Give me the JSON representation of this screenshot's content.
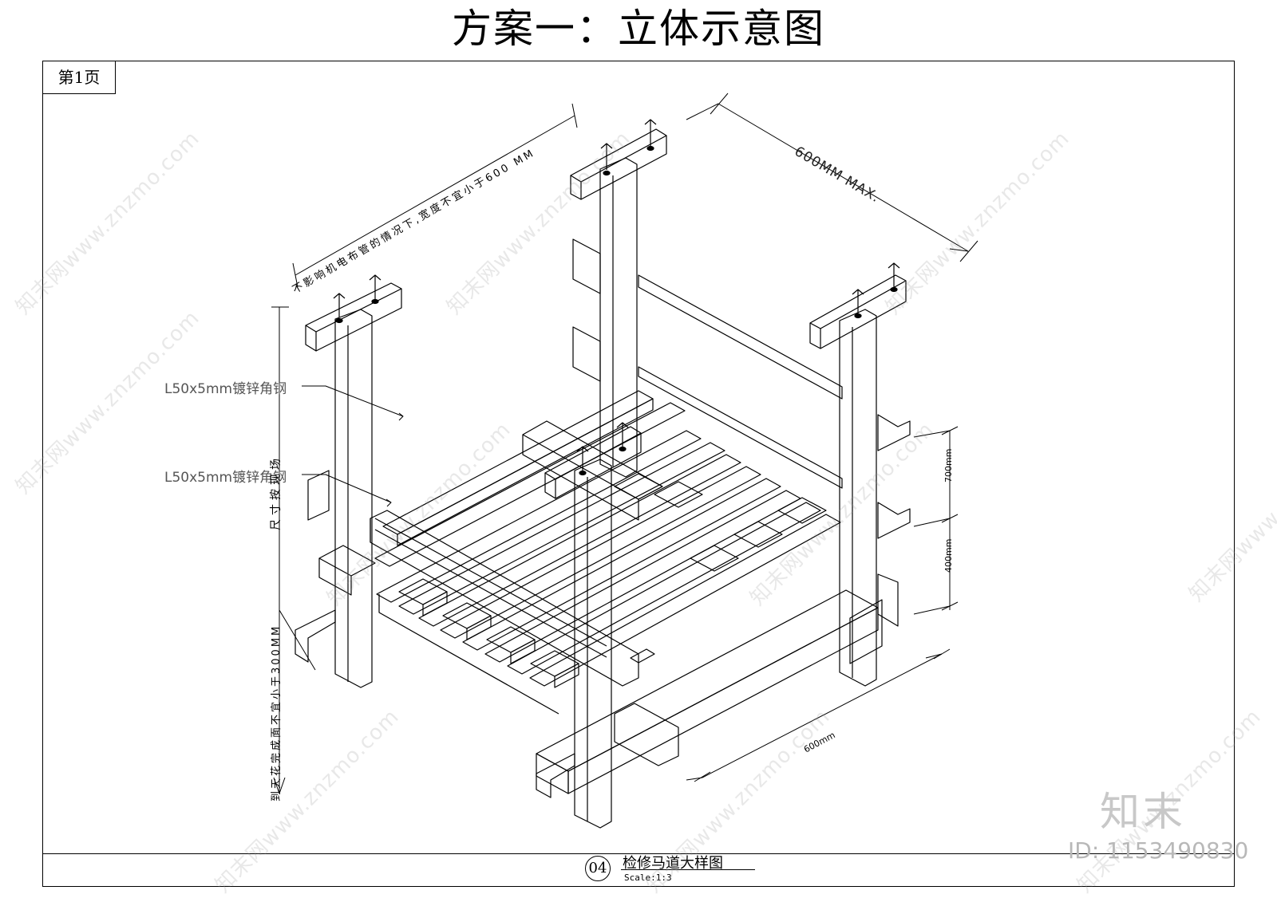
{
  "title": "方案一：立体示意图",
  "page_label": "第1页",
  "labels": {
    "angle_steel_1": "L50x5mm镀锌角钢",
    "angle_steel_2": "L50x5mm镀锌角钢",
    "dim_max_width": "600MM MAX.",
    "dim_note_top": "不影响机电布管的情况下,宽度不宜小于600 MM",
    "dim_note_left_upper": "尺寸按现场",
    "dim_note_left_lower": "到天花完成面不宜小于300MM",
    "dim_700": "700mm",
    "dim_400": "400mm",
    "dim_600": "600mm"
  },
  "detail": {
    "number": "04",
    "title": "检修马道大样图",
    "scale": "Scale:1:3"
  },
  "watermark": {
    "text": "知末网www.znzmo.com",
    "brand": "知末",
    "id": "ID: 1153490830"
  }
}
